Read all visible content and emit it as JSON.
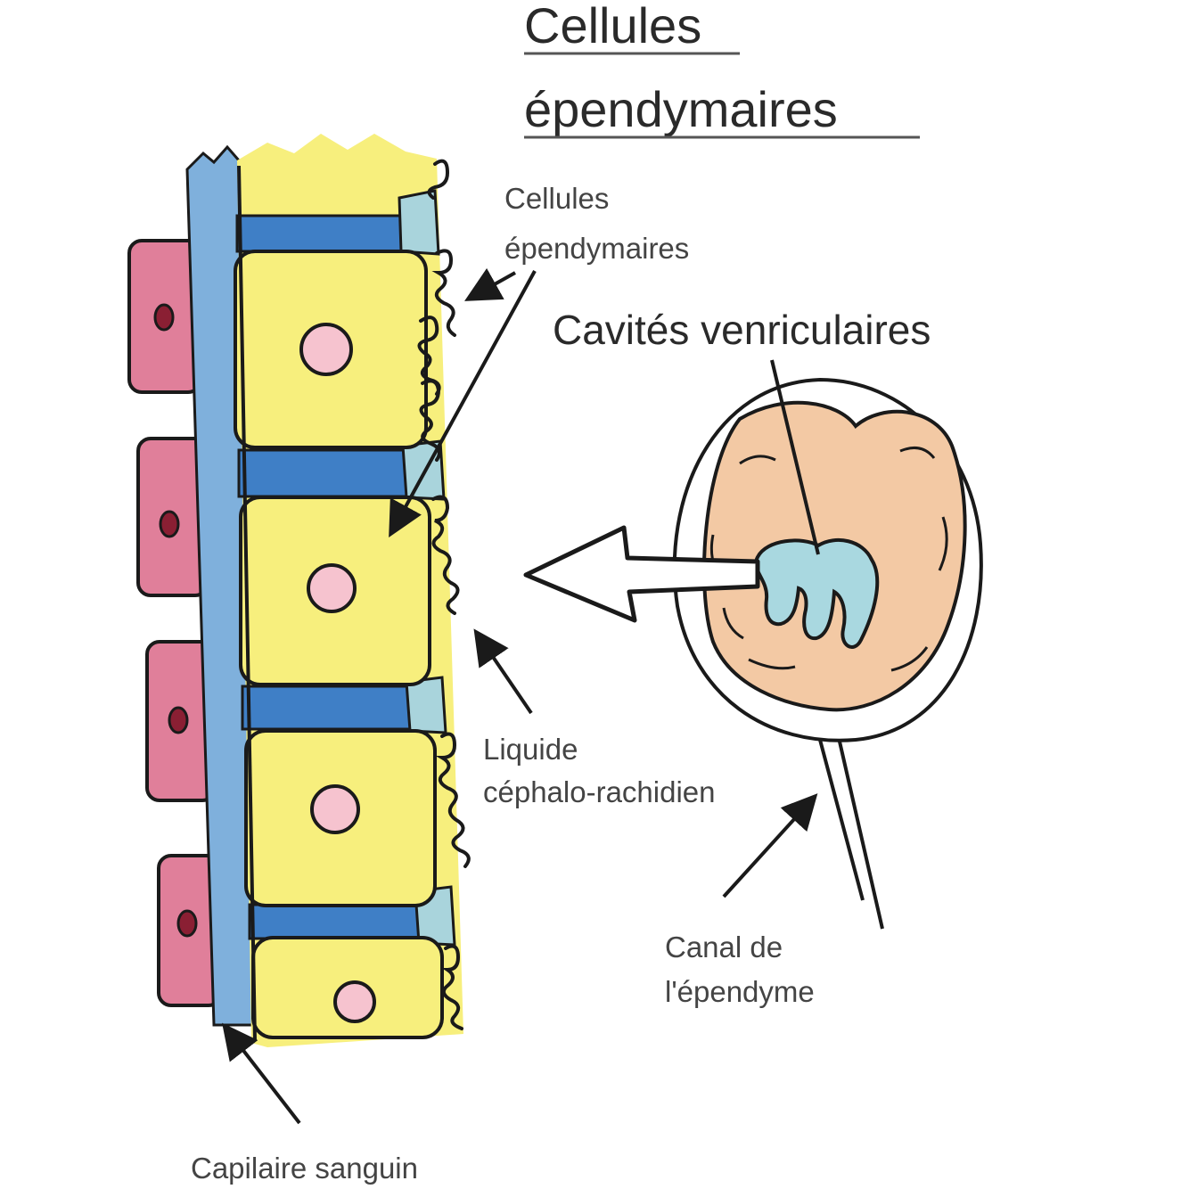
{
  "title": {
    "line1": "Cellules",
    "line2": "épendymaires"
  },
  "labels": {
    "ependymal_cells": {
      "line1": "Cellules",
      "line2": "épendymaires"
    },
    "ventricular_cavities": "Cavités venriculaires",
    "csf": {
      "line1": "Liquide",
      "line2": "céphalo-rachidien"
    },
    "ependymal_canal": {
      "line1": "Canal de",
      "line2": "l'épendyme"
    },
    "blood_capillary": "Capilaire sanguin"
  },
  "colors": {
    "capillary_blue": "#7fb0dc",
    "cell_yellow": "#f7ef7d",
    "junction_blue": "#3f7fc6",
    "pink_cell": "#e07f9a",
    "nucleus_pink": "#f6c3cf",
    "ependymal_light_blue": "#a9d4dc",
    "brain_peach": "#f3c9a4",
    "ventricle_blue": "#a9d8e0",
    "outline": "#1a1a1a"
  }
}
